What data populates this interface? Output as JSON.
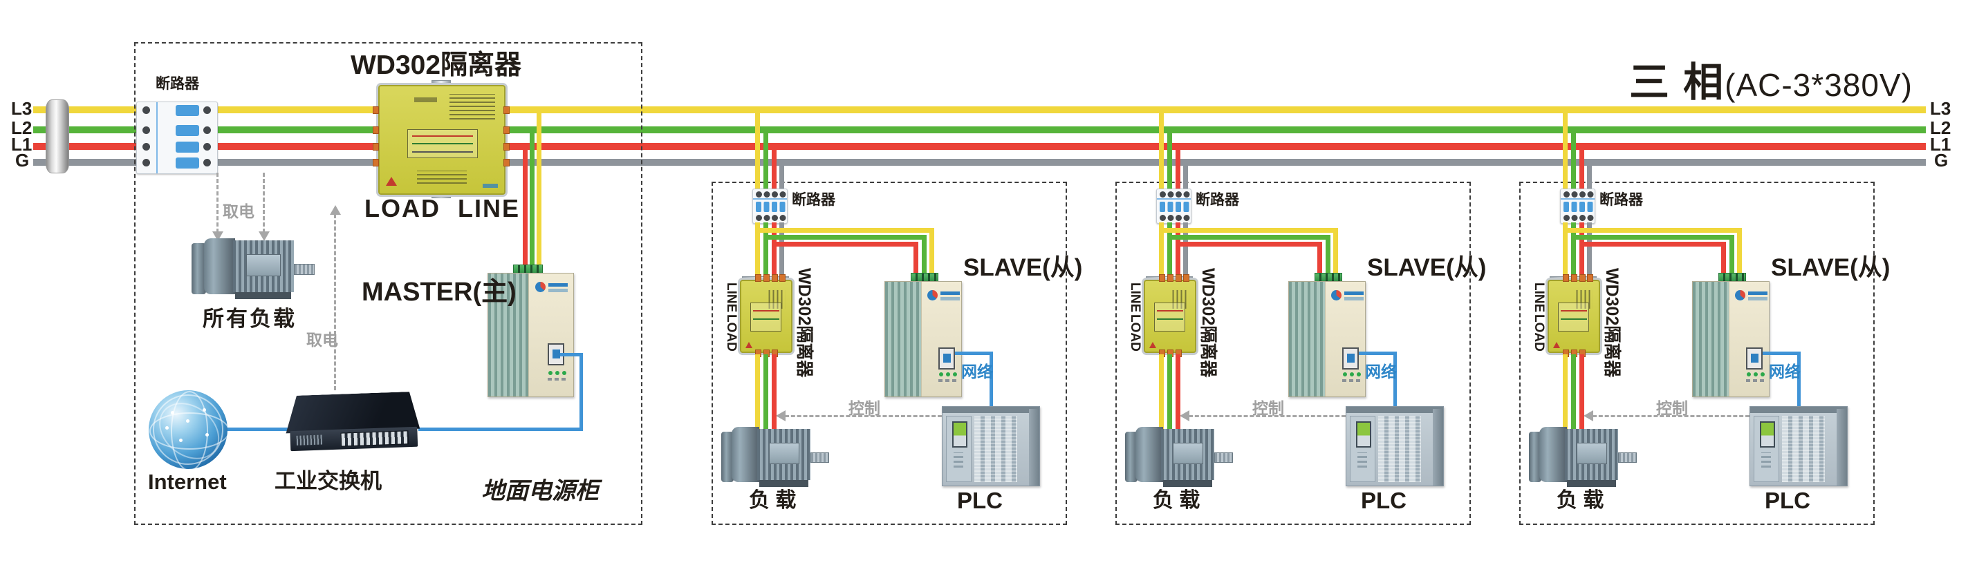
{
  "title": {
    "main": "三 相",
    "spec": "(AC-3*380V)"
  },
  "bus": {
    "labels_left": [
      "L3",
      "L2",
      "L1",
      "G"
    ],
    "labels_right": [
      "L3",
      "L2",
      "L1",
      "G"
    ],
    "wire_colors": {
      "l3_yellow": "#f0d73c",
      "l2_green": "#56b43a",
      "l1_red": "#ea4238",
      "g_gray": "#8e949b"
    }
  },
  "ground_cabinet": {
    "breaker_label": "断路器",
    "isolator_title": "WD302隔离器",
    "load_text": "LOAD",
    "line_text": "LINE",
    "master_label": "MASTER(主)",
    "tap_label_breaker": "取电",
    "tap_label_master": "取电",
    "all_loads_label": "所有负载",
    "internet_label": "Internet",
    "switch_label": "工业交换机",
    "cabinet_label": "地面电源柜"
  },
  "slaves": [
    {
      "breaker_label": "断路器",
      "isolator_label": "WD302隔离器",
      "line_text": "LINE",
      "load_text": "LOAD",
      "slave_label": "SLAVE(从)",
      "network_label": "网络",
      "control_label": "控制",
      "motor_label": "负 载",
      "plc_label": "PLC"
    },
    {
      "breaker_label": "断路器",
      "isolator_label": "WD302隔离器",
      "line_text": "LINE",
      "load_text": "LOAD",
      "slave_label": "SLAVE(从)",
      "network_label": "网络",
      "control_label": "控制",
      "motor_label": "负 载",
      "plc_label": "PLC"
    },
    {
      "breaker_label": "断路器",
      "isolator_label": "WD302隔离器",
      "line_text": "LINE",
      "load_text": "LOAD",
      "slave_label": "SLAVE(从)",
      "network_label": "网络",
      "control_label": "控制",
      "motor_label": "负 载",
      "plc_label": "PLC"
    }
  ],
  "colors": {
    "wire_yellow": "#f0d73c",
    "wire_green": "#56b43a",
    "wire_red": "#ea4238",
    "wire_gray": "#8e949b",
    "cable_blue": "#3f93d6",
    "network_text_blue": "#2e86c8",
    "annotation_gray": "#a6a6a6",
    "isolator_yellow": "#cfcd45",
    "device_beige": "#e9e3cb",
    "device_teal": "#9bbcb2",
    "terminal_green": "#3da24a"
  }
}
